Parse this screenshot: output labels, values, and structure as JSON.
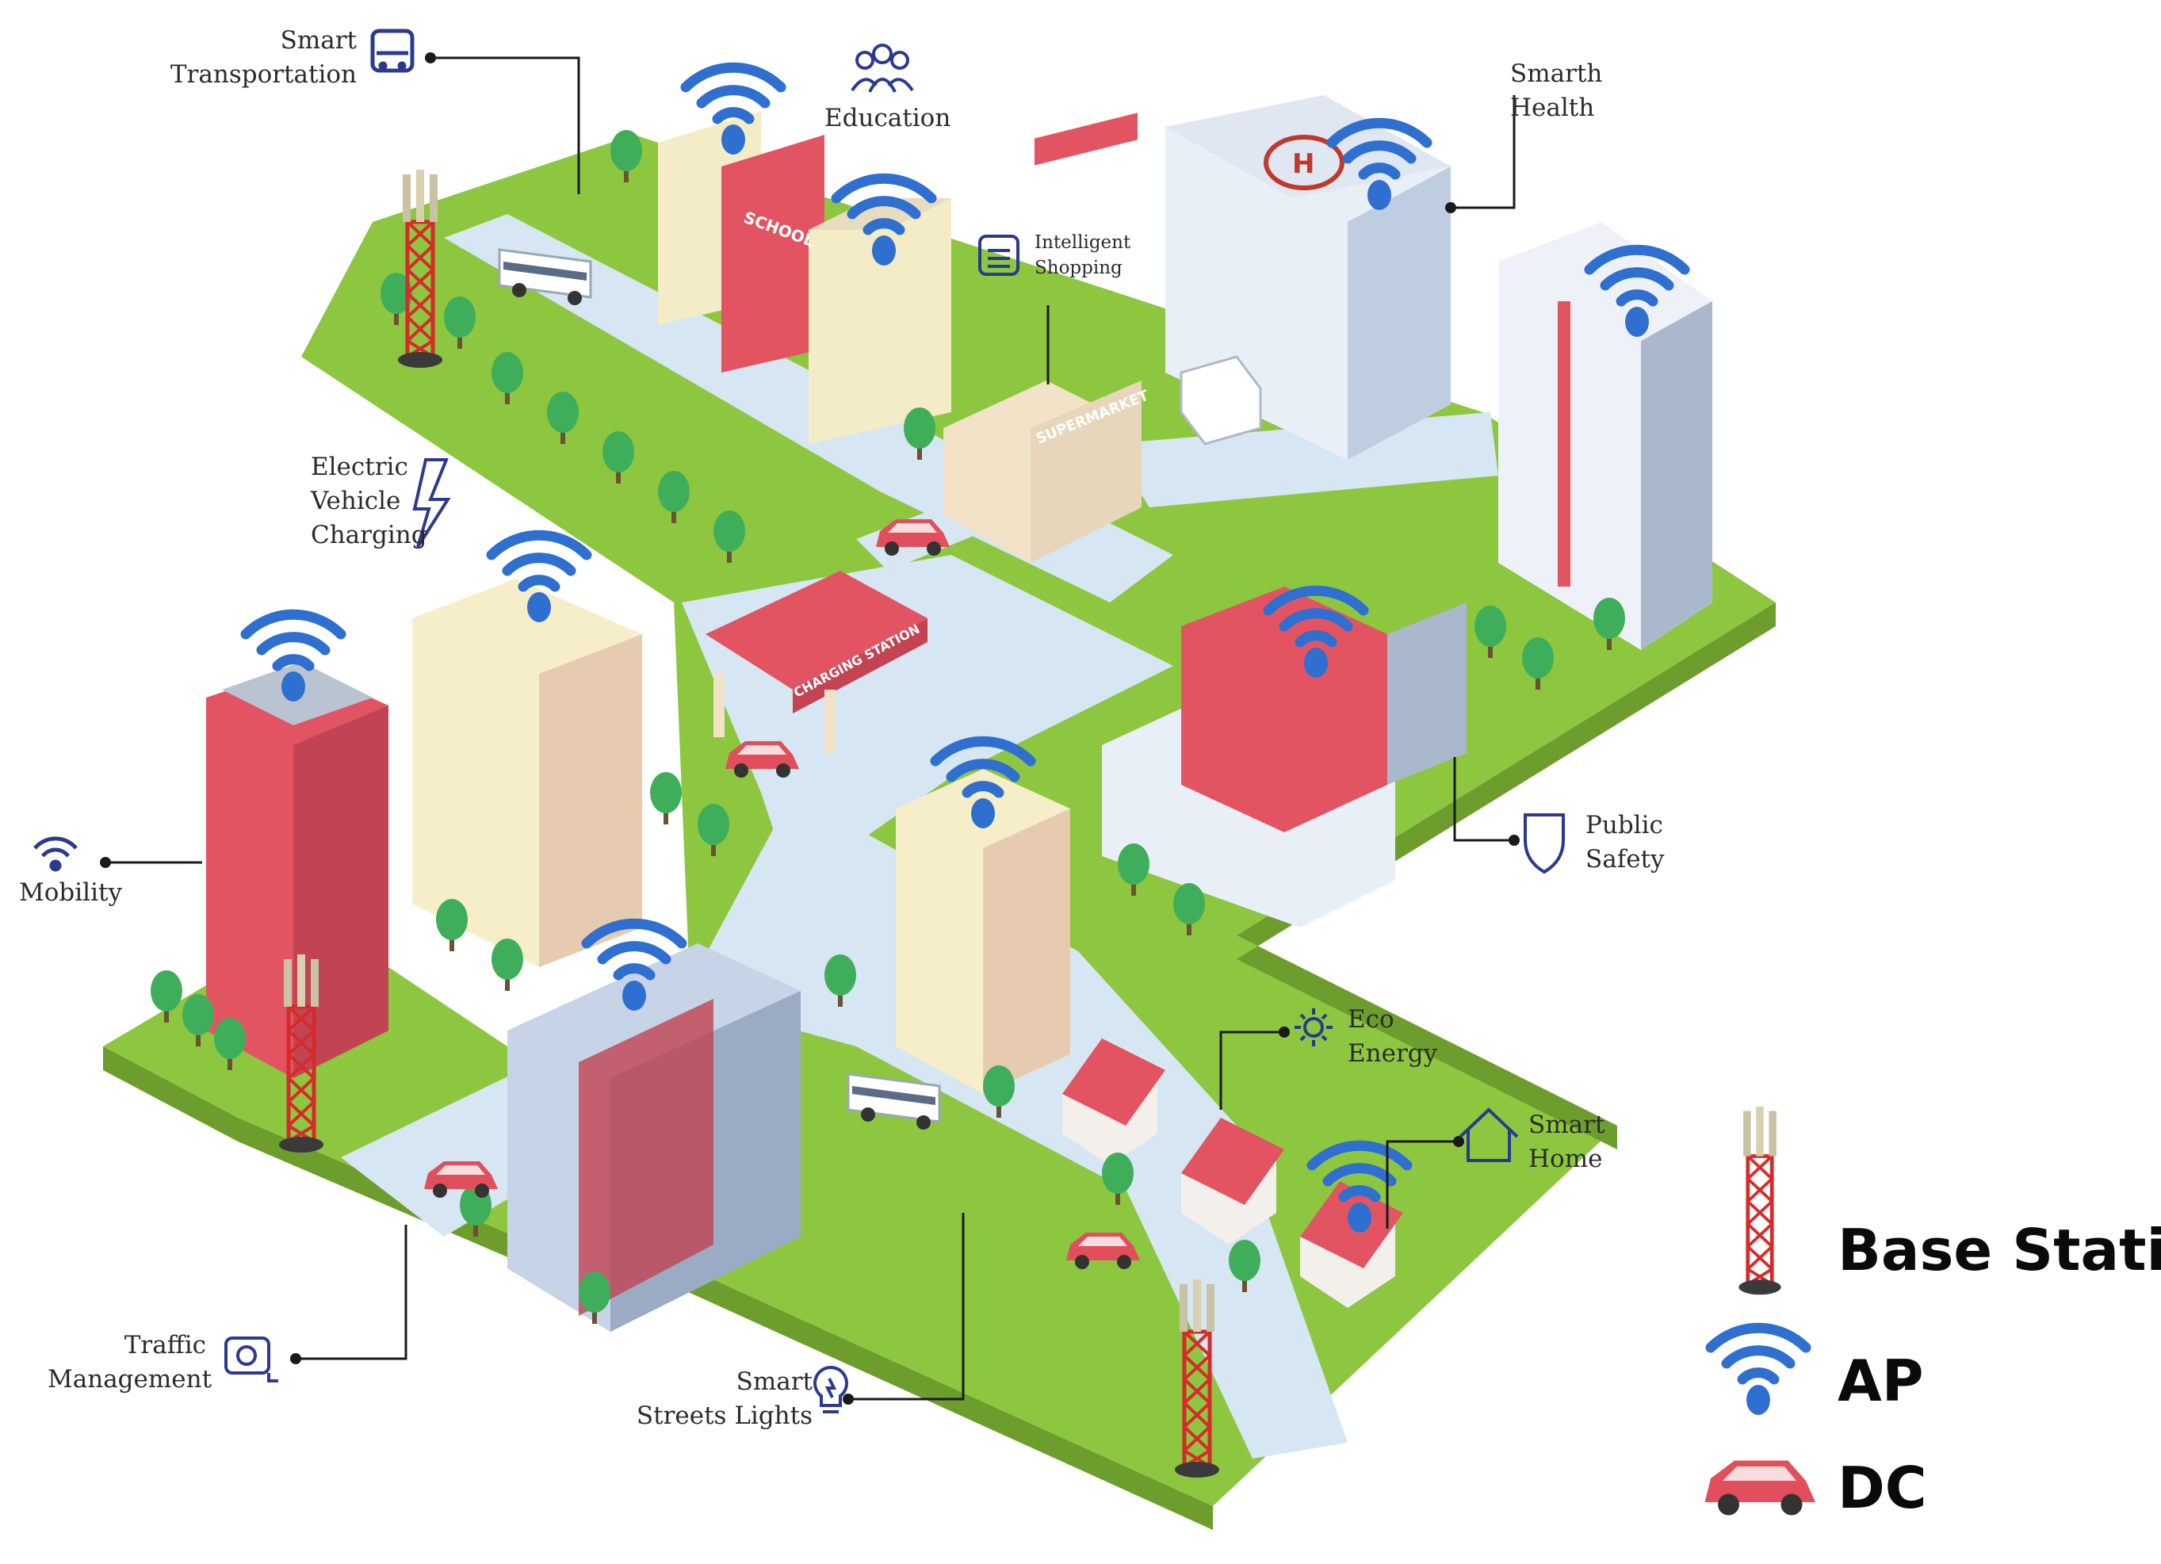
{
  "labels": {
    "smart_transportation": [
      "Smart",
      "Transportation"
    ],
    "education": "Education",
    "intelligent_shopping": [
      "Intelligent",
      "Shopping"
    ],
    "smart_health": [
      "Smarth",
      "Health"
    ],
    "ev_charging": [
      "Electric",
      "Vehicle",
      "Charging"
    ],
    "mobility": "Mobility",
    "public_safety": [
      "Public",
      "Safety"
    ],
    "eco_energy": [
      "Eco",
      "Energy"
    ],
    "smart_home": [
      "Smart",
      "Home"
    ],
    "traffic_management": [
      "Traffic",
      "Management"
    ],
    "smart_street_lights": [
      "Smart",
      "Streets Lights"
    ]
  },
  "signs": {
    "school": "SCHOOL",
    "supermarket": "SUPERMARKET",
    "charging_station": "CHARGING STATION"
  },
  "legend": {
    "base_station": "Base Station",
    "ap": "AP",
    "dc": "DC"
  },
  "colors": {
    "grass": "#8dc63f",
    "road": "#d6e6f2",
    "accent_red": "#e0505f",
    "wifi_blue": "#2f6fd0",
    "icon_navy": "#2b3a8f",
    "tower_red": "#d62b2b"
  }
}
